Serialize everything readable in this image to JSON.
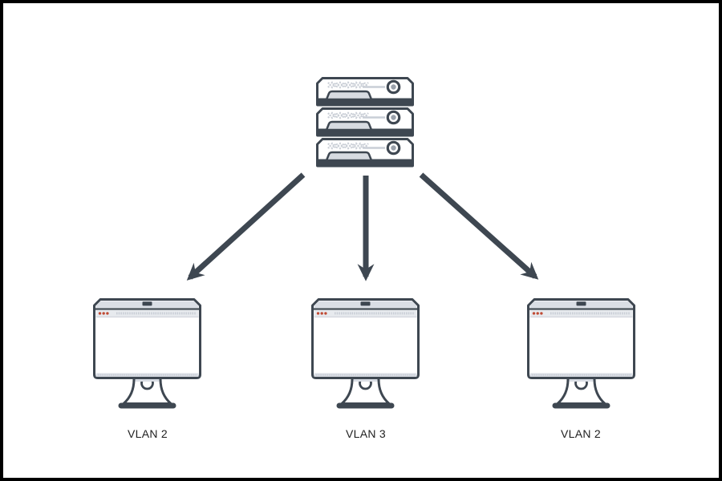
{
  "diagram": {
    "type": "network-topology",
    "nodes": {
      "server": {
        "id": "server-stack",
        "icon": "rack-server-stack-icon",
        "units": 3
      },
      "clients": [
        {
          "id": "client-left",
          "icon": "desktop-monitor-icon",
          "label": "VLAN 2"
        },
        {
          "id": "client-middle",
          "icon": "desktop-monitor-icon",
          "label": "VLAN 3"
        },
        {
          "id": "client-right",
          "icon": "desktop-monitor-icon",
          "label": "VLAN 2"
        }
      ]
    },
    "edges": [
      {
        "from": "server-stack",
        "to": "client-left",
        "style": "arrow"
      },
      {
        "from": "server-stack",
        "to": "client-middle",
        "style": "arrow"
      },
      {
        "from": "server-stack",
        "to": "client-right",
        "style": "arrow"
      }
    ],
    "colors": {
      "outline": "#3e4751",
      "light": "#d7dbe1",
      "bezel": "#dadee5",
      "browser": "#e7eaee",
      "texture": "#c9ced6",
      "knob": "#9aa1ab",
      "screen": "#ffffff",
      "dot": "#c04b35",
      "label": "#1e1e1e",
      "border": "#000000",
      "bg": "#ffffff"
    }
  }
}
